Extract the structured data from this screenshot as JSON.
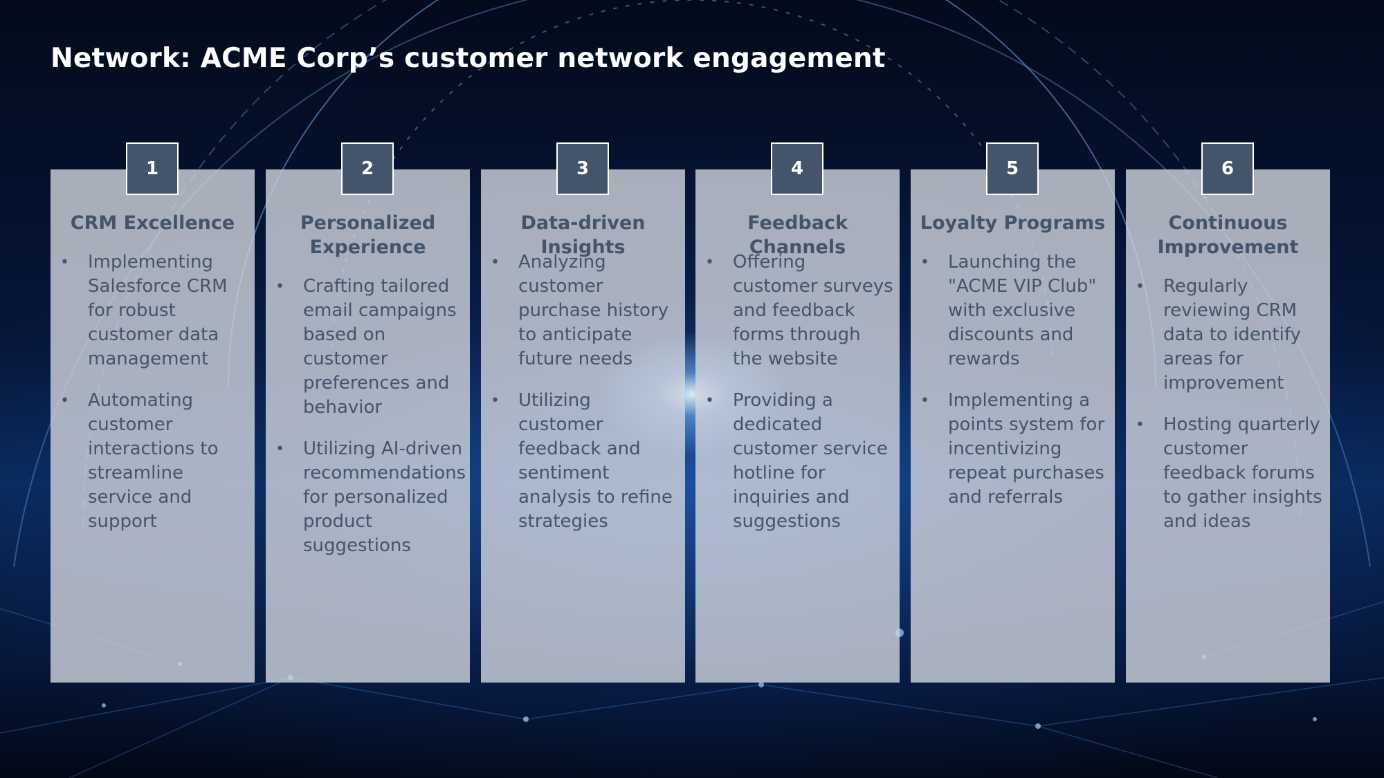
{
  "slide": {
    "title": "Network: ACME Corp’s customer network engagement"
  },
  "colors": {
    "card_fill": "#d2d6de",
    "badge_fill": "#44546a",
    "text_dark": "#44546a",
    "title_text": "#ffffff"
  },
  "cards": [
    {
      "number": "1",
      "heading": "CRM Excellence",
      "bullets": [
        "Implementing Salesforce CRM for robust customer data management",
        "Automating customer interactions to streamline service and support"
      ]
    },
    {
      "number": "2",
      "heading": "Personalized Experience",
      "bullets": [
        "Crafting tailored email campaigns based on customer preferences and behavior",
        "Utilizing AI-driven recommendations for personalized product suggestions"
      ]
    },
    {
      "number": "3",
      "heading": "Data-driven Insights",
      "bullets": [
        "Analyzing customer purchase history to anticipate future needs",
        "Utilizing customer feedback and sentiment analysis to refine strategies"
      ]
    },
    {
      "number": "4",
      "heading": "Feedback Channels",
      "bullets": [
        "Offering customer surveys and feedback forms through the website",
        "Providing a dedicated customer service hotline for inquiries and suggestions"
      ]
    },
    {
      "number": "5",
      "heading": "Loyalty Programs",
      "bullets": [
        "Launching the \"ACME VIP Club\" with exclusive discounts and rewards",
        "Implementing a points system for incentivizing repeat purchases and referrals"
      ]
    },
    {
      "number": "6",
      "heading": "Continuous Improvement",
      "bullets": [
        "Regularly reviewing CRM data to identify areas for improvement",
        "Hosting quarterly customer feedback forums to gather insights and ideas"
      ]
    }
  ]
}
